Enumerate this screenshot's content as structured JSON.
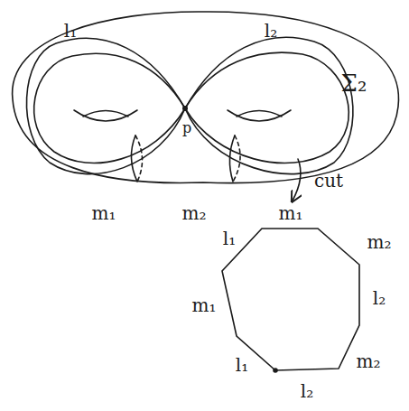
{
  "diagram": {
    "labels": [
      "l₁",
      "l₂",
      "p",
      "m₁",
      "m₂",
      "Σ₂",
      "cut",
      "m₁",
      "l₁",
      "m₂",
      "m₁",
      "l₂",
      "l₁",
      "m₂",
      "l₂"
    ]
  }
}
